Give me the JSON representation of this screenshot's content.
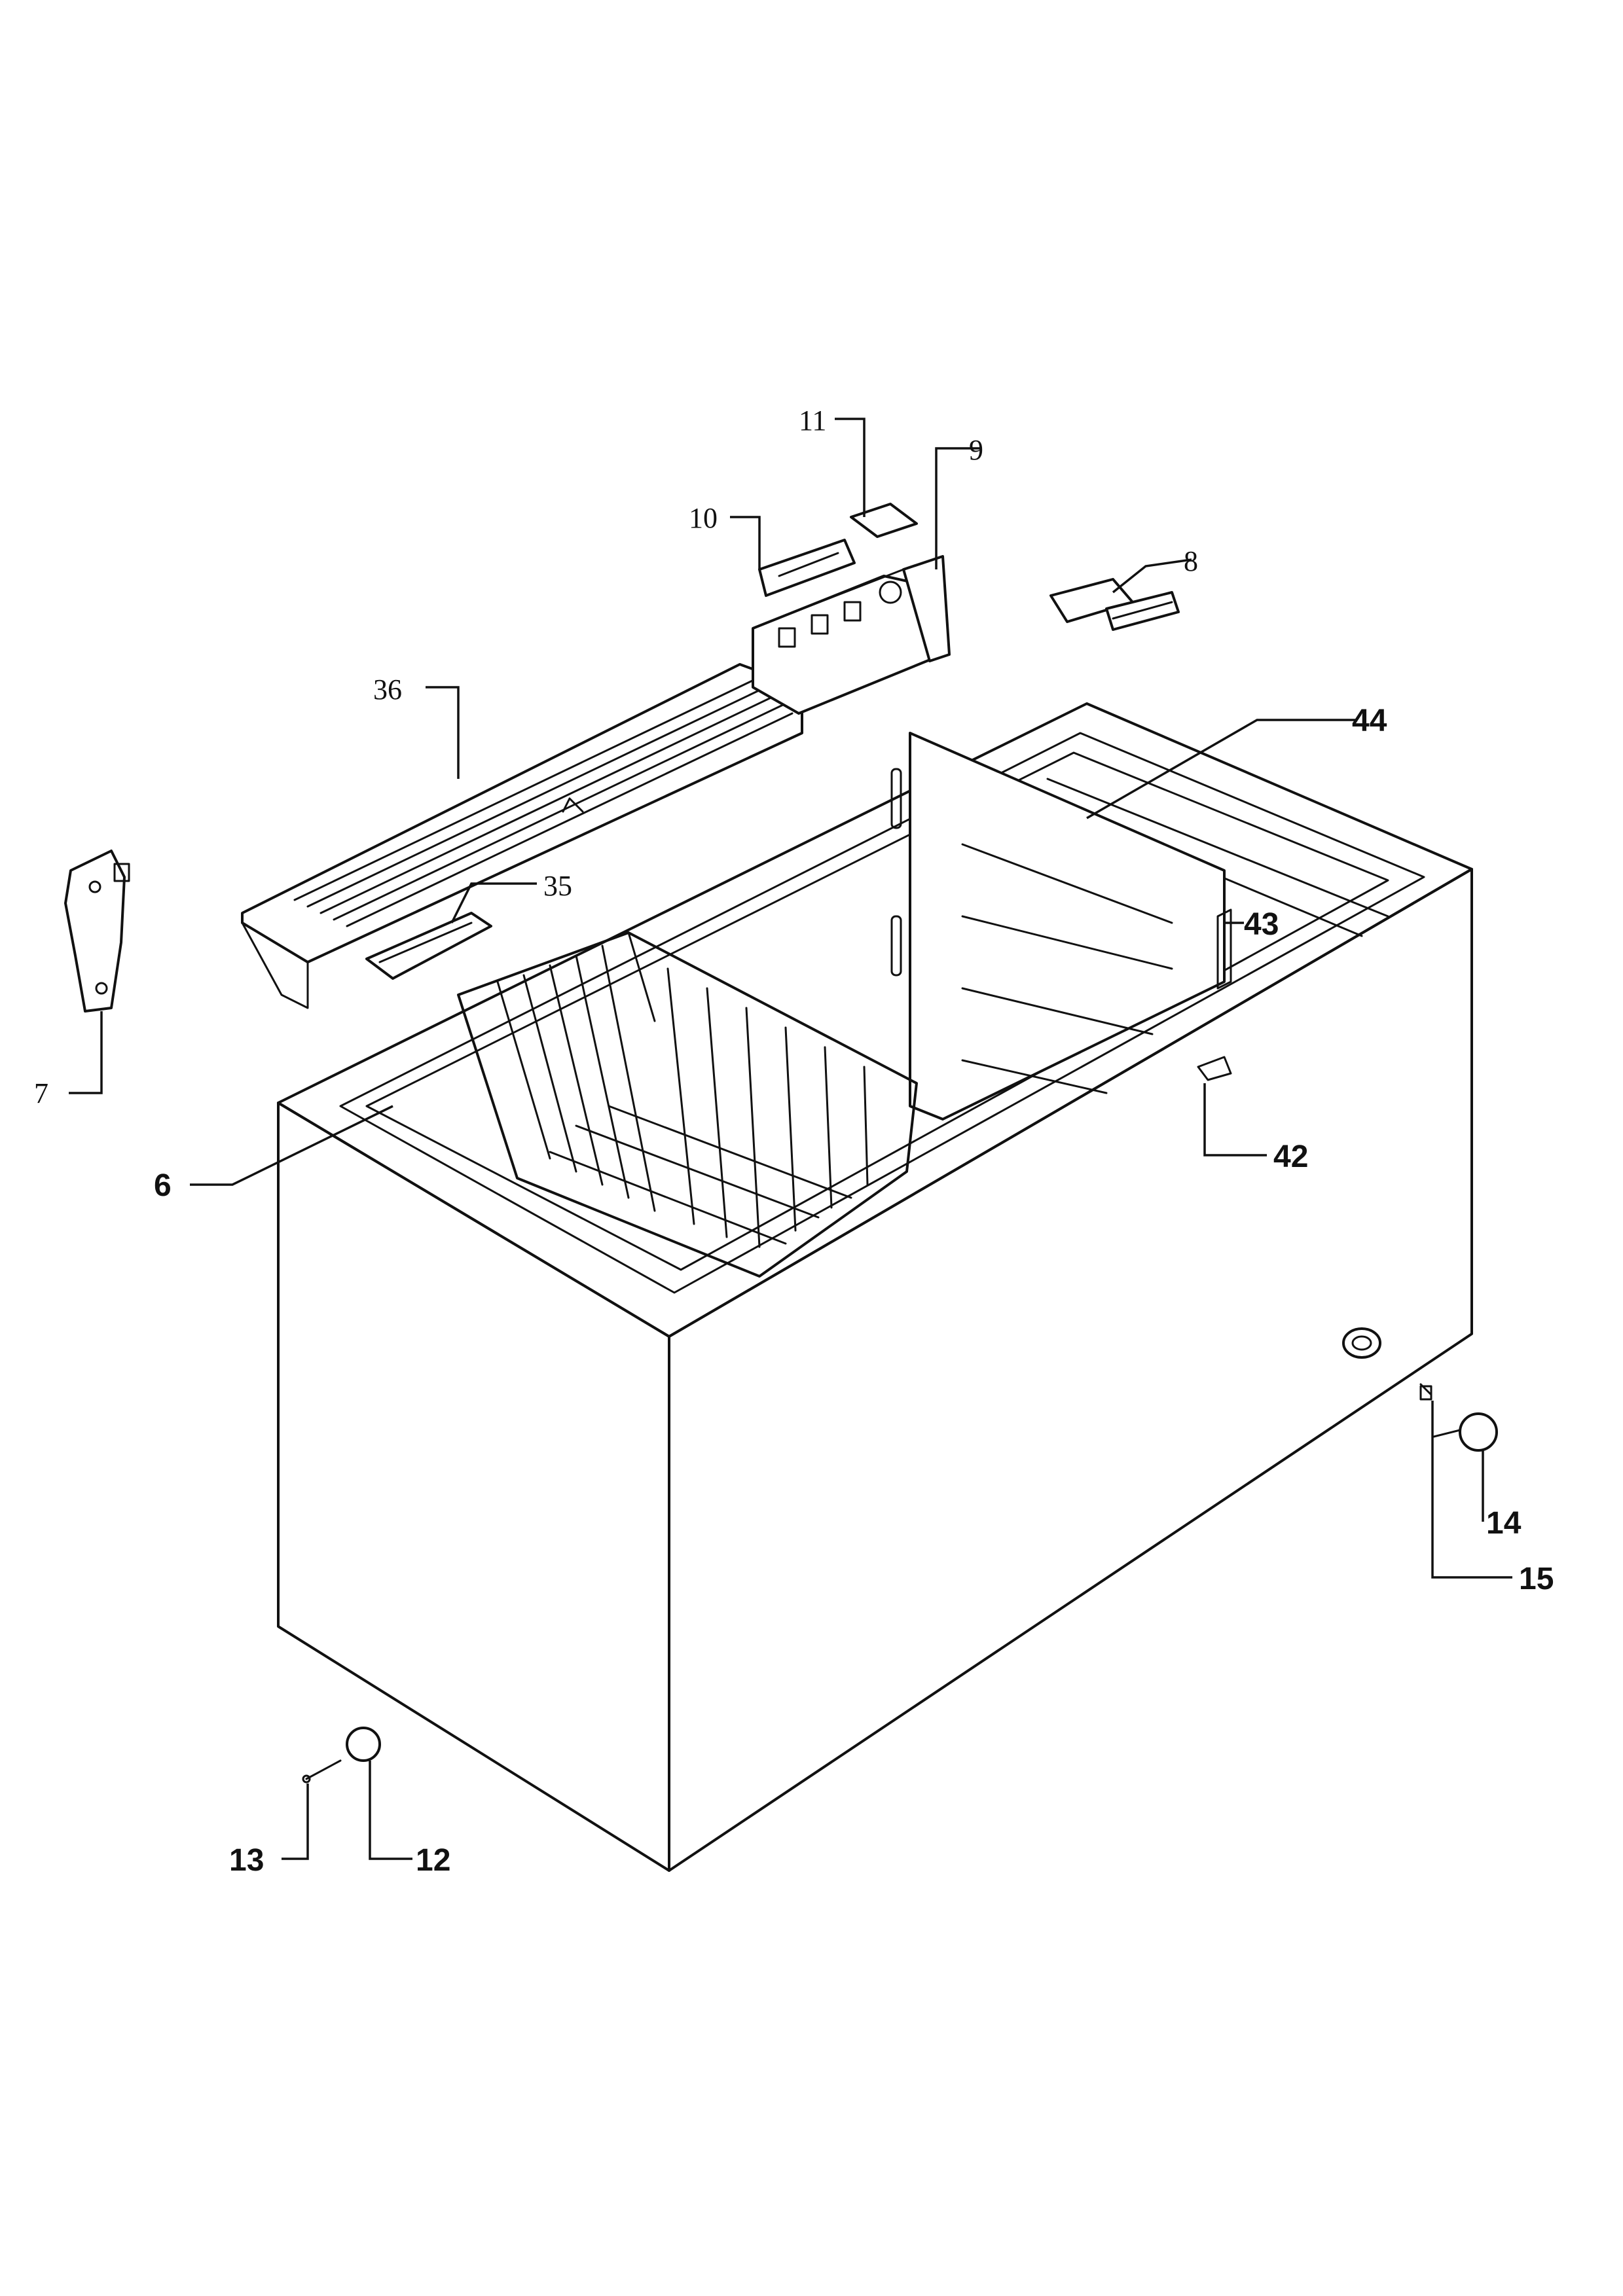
{
  "labels": {
    "p6": "6",
    "p7": "7",
    "p8": "8",
    "p9": "9",
    "p10": "10",
    "p11": "11",
    "p12": "12",
    "p13": "13",
    "p14": "14",
    "p15": "15",
    "p35": "35",
    "p36": "36",
    "p42": "42",
    "p43": "43",
    "p44": "44"
  }
}
